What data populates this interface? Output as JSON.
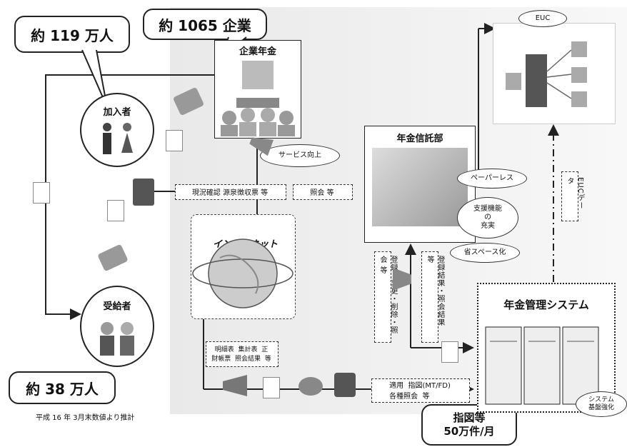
{
  "callouts": {
    "members": "約 119 万人",
    "companies": "約 1065 企業",
    "recipients": "約 38 万人",
    "instructions_line1": "指図等",
    "instructions_line2": "50万件/月"
  },
  "nodes": {
    "corporate_pension": "企業年金",
    "members": "加入者",
    "recipients": "受給者",
    "internet": "インターネット",
    "trust_dept": "年金信託部",
    "pension_system": "年金管理システム",
    "euc": "EUC"
  },
  "ellipses": {
    "service": "サービス向上",
    "paperless": "ペーパーレス",
    "support": "支援機能\nの\n充実",
    "space": "省スペース化",
    "system": "システム\n基盤強化"
  },
  "arrow_labels": {
    "status_check": "現況確認  源泉徴収票  等",
    "inquiry": "照会  等",
    "statements": "明細表  集計表  正\n財帳票  照会結果  等",
    "application": "適用  指図(MT/FD)\n各種照会  等",
    "register": "登録・変更・削除・照会  等",
    "register_result": "登録結果・照会結果  等",
    "euc_data": "EUCデータ"
  },
  "footnote": "平成 16 年 3月末数値より推計"
}
